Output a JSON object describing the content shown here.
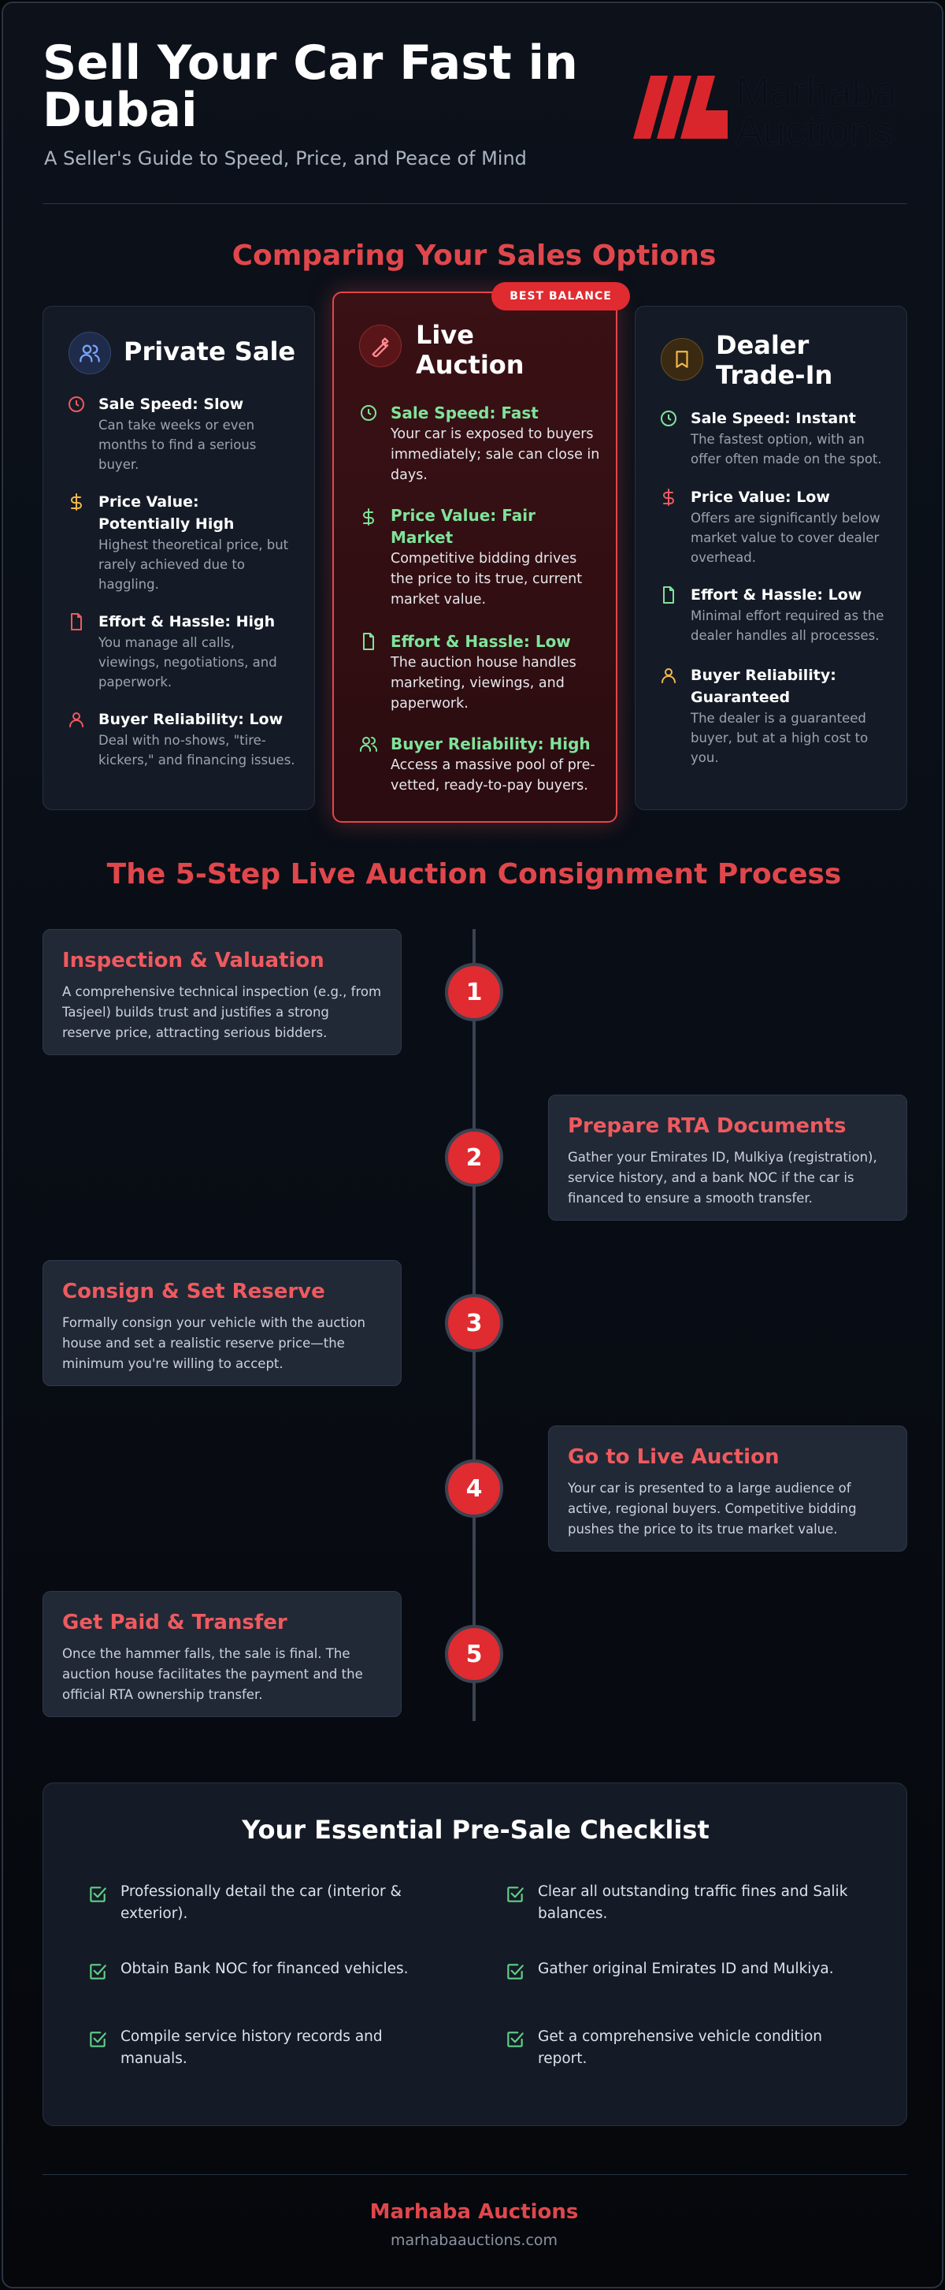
{
  "header": {
    "title": "Sell Your Car Fast in Dubai",
    "subtitle": "A Seller's Guide to Speed, Price, and Peace of Mind",
    "logo_line1": "Marhaba",
    "logo_line2": "Auctions"
  },
  "comparison": {
    "heading": "Comparing Your Sales Options",
    "badge": "BEST BALANCE",
    "cards": [
      {
        "title": "Private Sale",
        "icon": "users-icon",
        "items": [
          {
            "icon": "clock-icon",
            "head": "Sale Speed: Slow",
            "text": "Can take weeks or even months to find a serious buyer."
          },
          {
            "icon": "dollar-icon",
            "head": "Price Value: Potentially High",
            "text": "Highest theoretical price, but rarely achieved due to haggling."
          },
          {
            "icon": "file-icon",
            "head": "Effort & Hassle: High",
            "text": "You manage all calls, viewings, negotiations, and paperwork."
          },
          {
            "icon": "user-icon",
            "head": "Buyer Reliability: Low",
            "text": "Deal with no-shows, \"tire-kickers,\" and financing issues."
          }
        ]
      },
      {
        "title": "Live Auction",
        "icon": "wrench-icon",
        "items": [
          {
            "icon": "clock-icon",
            "head": "Sale Speed: Fast",
            "text": "Your car is exposed to buyers immediately; sale can close in days."
          },
          {
            "icon": "dollar-icon",
            "head": "Price Value: Fair Market",
            "text": "Competitive bidding drives the price to its true, current market value."
          },
          {
            "icon": "file-icon",
            "head": "Effort & Hassle: Low",
            "text": "The auction house handles marketing, viewings, and paperwork."
          },
          {
            "icon": "users-icon",
            "head": "Buyer Reliability: High",
            "text": "Access a massive pool of pre-vetted, ready-to-pay buyers."
          }
        ]
      },
      {
        "title": "Dealer Trade-In",
        "icon": "bookmark-icon",
        "items": [
          {
            "icon": "clock-icon",
            "head": "Sale Speed: Instant",
            "text": "The fastest option, with an offer often made on the spot."
          },
          {
            "icon": "dollar-icon",
            "head": "Price Value: Low",
            "text": "Offers are significantly below market value to cover dealer overhead."
          },
          {
            "icon": "file-icon",
            "head": "Effort & Hassle: Low",
            "text": "Minimal effort required as the dealer handles all processes."
          },
          {
            "icon": "user-icon",
            "head": "Buyer Reliability: Guaranteed",
            "text": "The dealer is a guaranteed buyer, but at a high cost to you."
          }
        ]
      }
    ]
  },
  "process": {
    "heading": "The 5-Step Live Auction Consignment Process",
    "steps": [
      {
        "number": "1",
        "title": "Inspection & Valuation",
        "text": "A comprehensive technical inspection (e.g., from Tasjeel) builds trust and justifies a strong reserve price, attracting serious bidders."
      },
      {
        "number": "2",
        "title": "Prepare RTA Documents",
        "text": "Gather your Emirates ID, Mulkiya (registration), service history, and a bank NOC if the car is financed to ensure a smooth transfer."
      },
      {
        "number": "3",
        "title": "Consign & Set Reserve",
        "text": "Formally consign your vehicle with the auction house and set a realistic reserve price—the minimum you're willing to accept."
      },
      {
        "number": "4",
        "title": "Go to Live Auction",
        "text": "Your car is presented to a large audience of active, regional buyers. Competitive bidding pushes the price to its true market value."
      },
      {
        "number": "5",
        "title": "Get Paid & Transfer",
        "text": "Once the hammer falls, the sale is final. The auction house facilitates the payment and the official RTA ownership transfer."
      }
    ]
  },
  "checklist": {
    "heading": "Your Essential Pre-Sale Checklist",
    "items": [
      "Professionally detail the car (interior & exterior).",
      "Clear all outstanding traffic fines and Salik balances.",
      "Obtain Bank NOC for financed vehicles.",
      "Gather original Emirates ID and Mulkiya.",
      "Compile service history records and manuals.",
      "Get a comprehensive vehicle condition report."
    ]
  },
  "footer": {
    "name": "Marhaba Auctions",
    "url": "marhabaauctions.com"
  },
  "colors": {
    "accent": "#e0474c",
    "positive": "#7fe39a",
    "warning": "#f2b84b"
  }
}
